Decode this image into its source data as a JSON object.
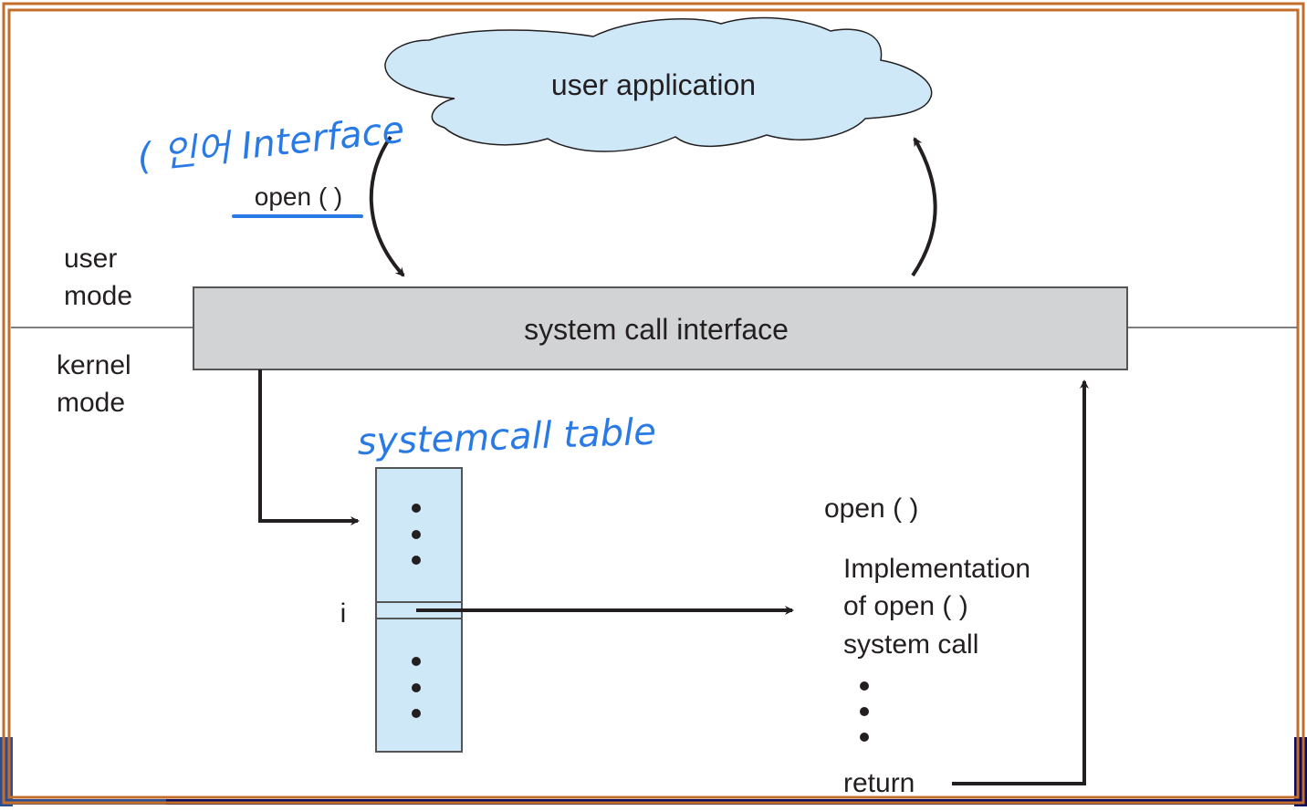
{
  "diagram": {
    "cloud_label": "user application",
    "call_label": "open ( )",
    "user_mode_label": [
      "user",
      "mode"
    ],
    "kernel_mode_label": [
      "kernel",
      "mode"
    ],
    "syscall_interface_label": "system call interface",
    "table_index_label": "i",
    "impl_title": "open ( )",
    "impl_lines": [
      "Implementation",
      "of open ( )",
      "system call"
    ],
    "return_label": "return"
  },
  "annotations": {
    "interface_note": "( 인어 Interface",
    "table_note": "systemcall table"
  },
  "colors": {
    "frame_orange": "#c46e2c",
    "frame_navy": "#0b0b5e",
    "frame_blue": "#2b4d91",
    "cloud_fill": "#cfe8f8",
    "table_fill": "#cfe8f8",
    "interface_fill": "#d1d3d4",
    "ink": "#231f20",
    "annotation_blue": "#2a7ae6"
  }
}
